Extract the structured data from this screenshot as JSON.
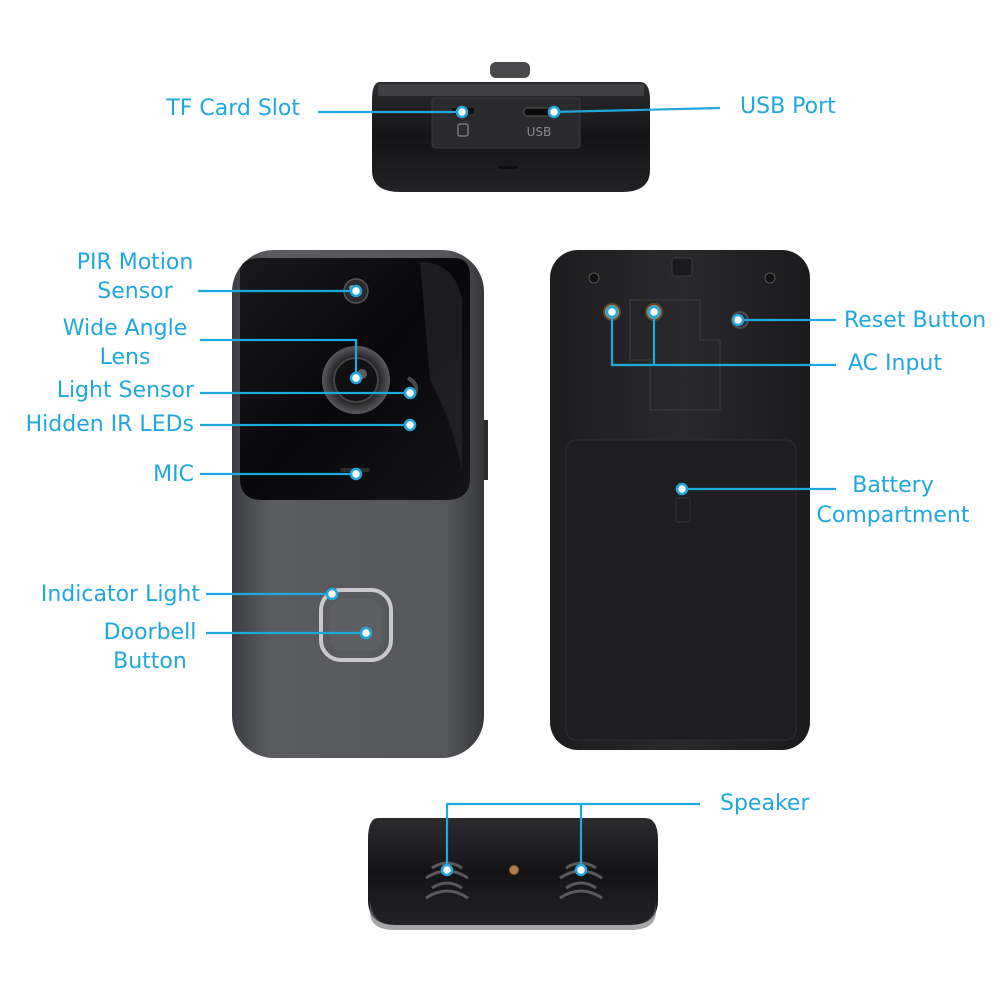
{
  "colors": {
    "accent": "#1fa7df",
    "device_body": "#55575a",
    "device_dark": "#141416",
    "background": "#ffffff"
  },
  "labels": {
    "tf_card_slot": "TF Card Slot",
    "usb_port": "USB Port",
    "usb_marking": "USB",
    "pir_motion_sensor_line1": "PIR Motion",
    "pir_motion_sensor_line2": "Sensor",
    "wide_angle_lens_line1": "Wide Angle",
    "wide_angle_lens_line2": "Lens",
    "light_sensor": "Light Sensor",
    "hidden_ir_leds": "Hidden IR LEDs",
    "mic": "MIC",
    "indicator_light": "Indicator Light",
    "doorbell_button_line1": "Doorbell",
    "doorbell_button_line2": "Button",
    "reset_button": "Reset Button",
    "ac_input": "AC Input",
    "battery_compartment_line1": "Battery",
    "battery_compartment_line2": "Compartment",
    "speaker": "Speaker"
  }
}
